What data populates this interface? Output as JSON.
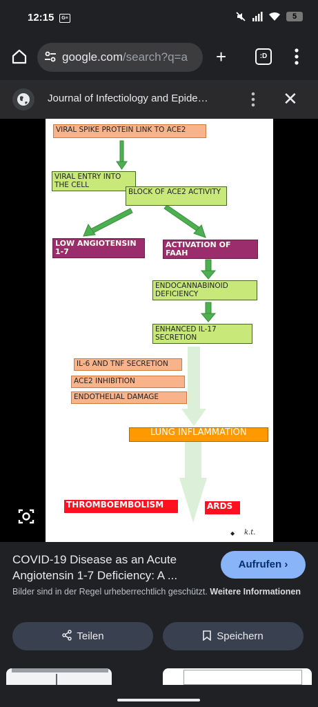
{
  "status_bar": {
    "time": "12:15",
    "battery": "5",
    "g_badge": "G≡"
  },
  "browser": {
    "url_host": "google.com",
    "url_path": "/search?q=a",
    "tabs_label": ":D"
  },
  "sheet": {
    "title": "Journal of Infectiology and Epide…"
  },
  "figure": {
    "boxes": {
      "spike": "VIRAL SPIKE PROTEIN LINK TO ACE2",
      "entry": "VIRAL ENTRY INTO THE CELL",
      "block": "BLOCK OF ACE2 ACTIVITY",
      "low_ang": "LOW ANGIOTENSIN 1-7",
      "faah": "ACTIVATION OF FAAH",
      "endo": "ENDOCANNABINOID DEFICIENCY",
      "il17": "ENHANCED IL-17 SECRETION",
      "il6": "IL-6 AND TNF SECRETION",
      "ace2inh": "ACE2 INHIBITION",
      "endot": "ENDOTHELIAL DAMAGE",
      "lung": "LUNG INFLAMMATION",
      "thrombo": "THROMBOEMBOLISM",
      "ards": "ARDS"
    },
    "signature": "k.t."
  },
  "result": {
    "title": "COVID-19 Disease as an Acute Angiotensin 1-7 Deficiency: A ...",
    "visit_label": "Aufrufen",
    "copyright_text": "Bilder sind in der Regel urheberrechtlich geschützt.",
    "more_info_link": "Weitere Informationen",
    "share_label": "Teilen",
    "save_label": "Speichern"
  },
  "colors": {
    "accent_blue": "#8ab4f8",
    "pill_bg": "#394150",
    "sheet_bg": "#202124"
  }
}
